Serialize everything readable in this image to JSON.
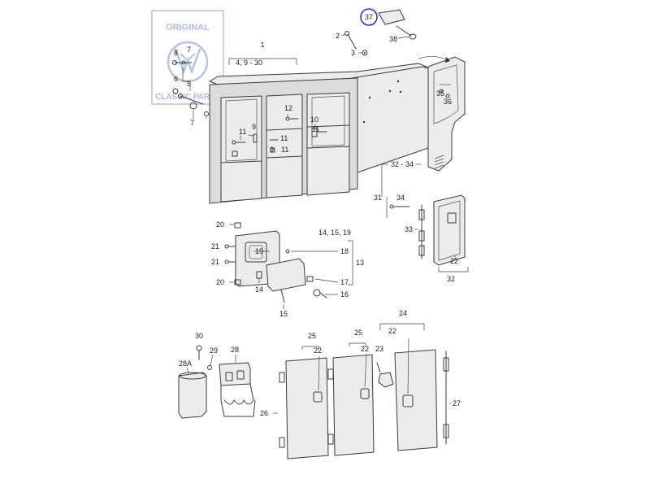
{
  "watermark": {
    "top_text": "ORIGINAL",
    "bottom_text": "CLASSIC PARTS",
    "color": "#a9bcd8"
  },
  "highlight": {
    "part": "37",
    "color": "#2a2ad0"
  },
  "labels": {
    "l1": "1",
    "l1_range": "4, 9 - 30",
    "l2": "2",
    "l3": "3",
    "l5": "5",
    "l6": "6",
    "l7a": "7",
    "l7b": "7",
    "l8": "8",
    "l9a": "9",
    "l9b": "9",
    "l10": "10",
    "l11a": "11",
    "l11b": "11",
    "l11c": "11",
    "l12": "12",
    "l13": "13",
    "l14": "14",
    "l14_range": "14, 15, 19",
    "l15": "15",
    "l16": "16",
    "l17": "17",
    "l18": "18",
    "l19": "19",
    "l20a": "20",
    "l20b": "20",
    "l21a": "21",
    "l21b": "21",
    "l22a": "22",
    "l22b": "22",
    "l22c": "22",
    "l22d": "22",
    "l23": "23",
    "l24": "24",
    "l25a": "25",
    "l25b": "25",
    "l26": "26",
    "l27": "27",
    "l28": "28",
    "l28a": "28A",
    "l29": "29",
    "l30": "30",
    "l31": "31",
    "l32": "32",
    "l32_range": "32 - 34",
    "l33": "33",
    "l34": "34",
    "l35": "35",
    "l36": "36",
    "l37": "37",
    "l38": "38"
  }
}
